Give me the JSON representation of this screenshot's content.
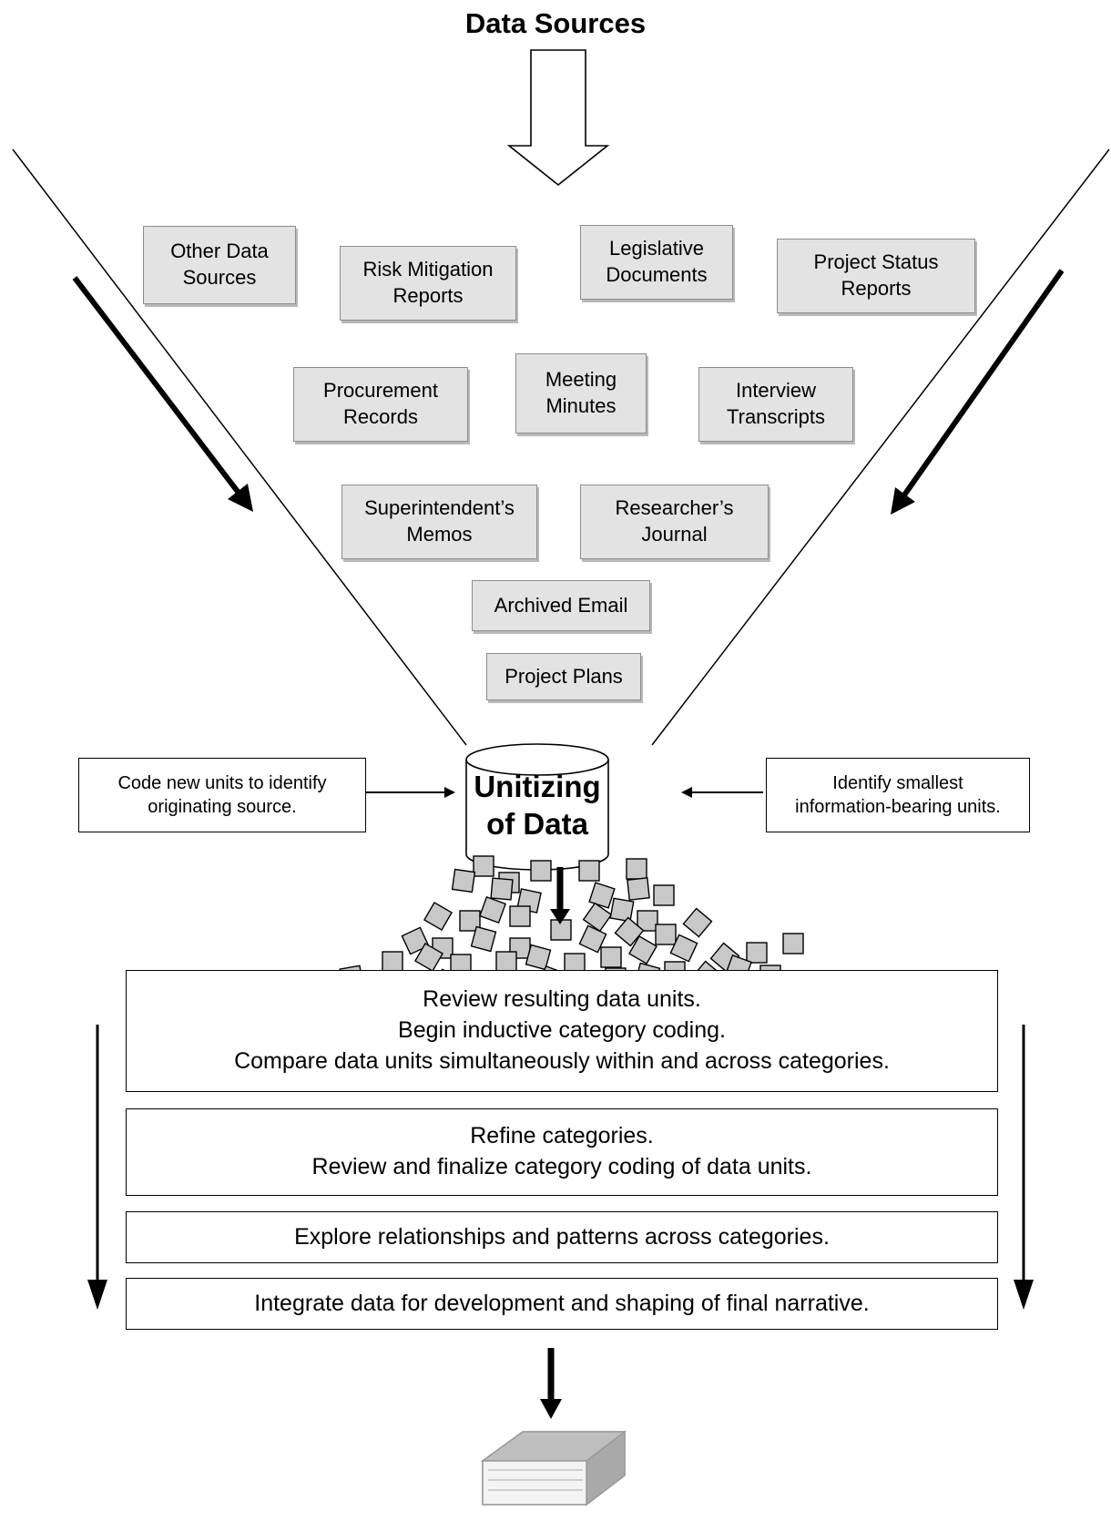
{
  "title": "Data Sources",
  "sources": [
    {
      "label": "Other Data\nSources"
    },
    {
      "label": "Risk Mitigation\nReports"
    },
    {
      "label": "Legislative\nDocuments"
    },
    {
      "label": "Project Status\nReports"
    },
    {
      "label": "Procurement\nRecords"
    },
    {
      "label": "Meeting\nMinutes"
    },
    {
      "label": "Interview\nTranscripts"
    },
    {
      "label": "Superintendent’s\nMemos"
    },
    {
      "label": "Researcher’s\nJournal"
    },
    {
      "label": "Archived Email"
    },
    {
      "label": "Project Plans"
    }
  ],
  "unitizing": {
    "label": "Unitizing\nof Data",
    "left_note": "Code new units to identify\noriginating source.",
    "right_note": "Identify smallest\ninformation-bearing units."
  },
  "steps": [
    {
      "text": "Review resulting data units.\nBegin inductive category coding.\nCompare data units simultaneously within and across categories."
    },
    {
      "text": "Refine categories.\nReview and finalize category coding of data units."
    },
    {
      "text": "Explore relationships and patterns across categories."
    },
    {
      "text": "Integrate data for development and shaping of final narrative."
    }
  ],
  "output_icon": "book-icon",
  "colors": {
    "source_box_fill": "#e3e3e3",
    "unit_square_fill": "#c8c8c8",
    "book_fill": "#c4c4c4"
  }
}
